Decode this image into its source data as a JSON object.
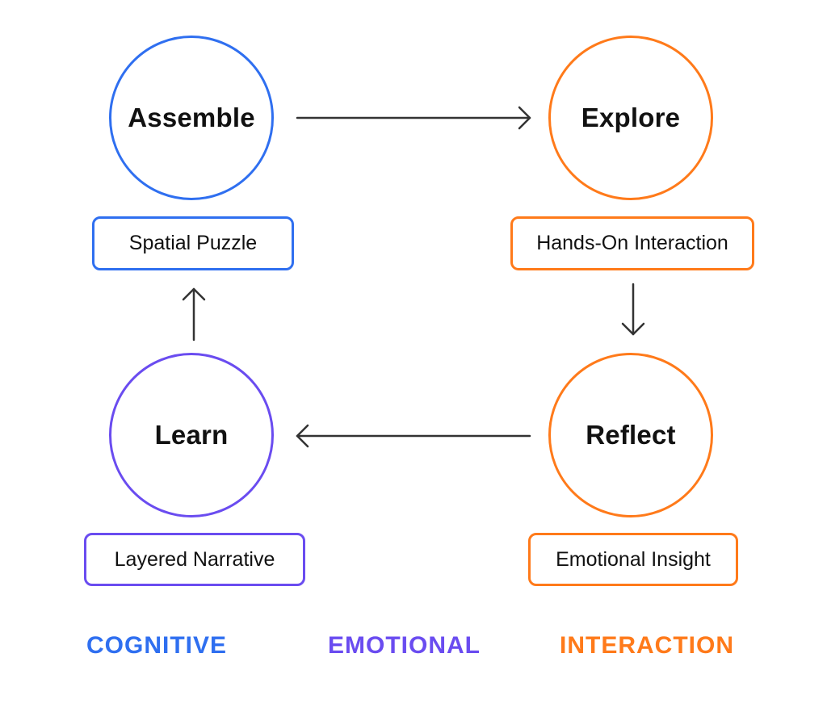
{
  "colors": {
    "cognitive": "#2f6ff0",
    "emotional": "#6a4cf0",
    "interaction": "#ff7a1a",
    "arrow": "#333333"
  },
  "nodes": [
    {
      "id": "assemble",
      "label": "Assemble",
      "sublabel": "Spatial Puzzle",
      "category": "cognitive"
    },
    {
      "id": "explore",
      "label": "Explore",
      "sublabel": "Hands-On Interaction",
      "category": "interaction"
    },
    {
      "id": "reflect",
      "label": "Reflect",
      "sublabel": "Emotional Insight",
      "category": "interaction"
    },
    {
      "id": "learn",
      "label": "Learn",
      "sublabel": "Layered Narrative",
      "category": "emotional"
    }
  ],
  "edges": [
    {
      "from": "assemble",
      "to": "explore",
      "direction": "right"
    },
    {
      "from": "explore",
      "to": "reflect",
      "direction": "down"
    },
    {
      "from": "reflect",
      "to": "learn",
      "direction": "left"
    },
    {
      "from": "learn",
      "to": "assemble",
      "direction": "up"
    }
  ],
  "legend": {
    "cognitive": "COGNITIVE",
    "emotional": "EMOTIONAL",
    "interaction": "INTERACTION"
  }
}
